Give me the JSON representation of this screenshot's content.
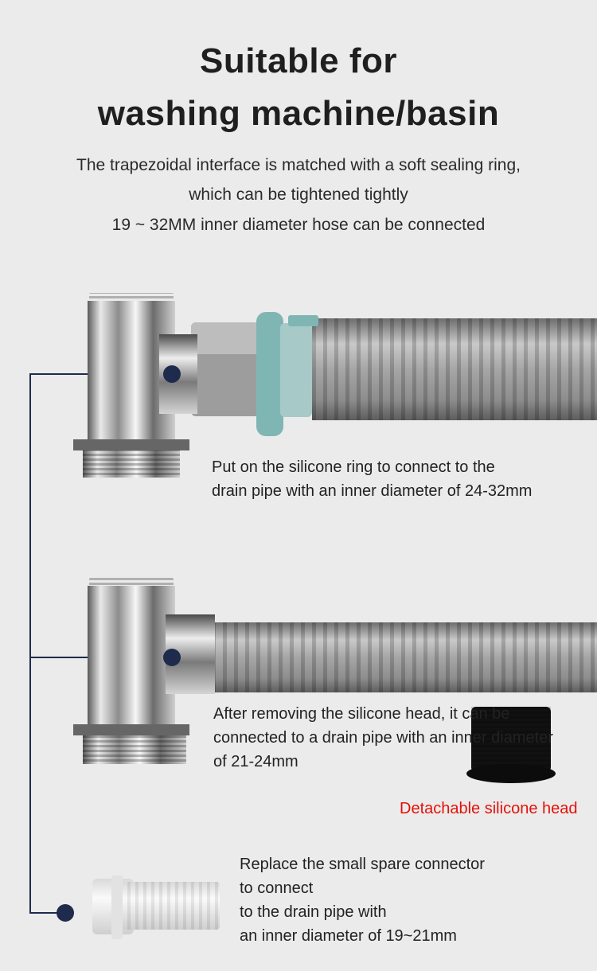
{
  "header": {
    "title_line1": "Suitable for",
    "title_line2": "washing machine/basin",
    "subtitle_line1": "The trapezoidal interface is matched with a soft sealing ring,",
    "subtitle_line2": "which can be tightened tightly",
    "subtitle_line3": "19 ~ 32MM inner diameter hose can be connected"
  },
  "notes": {
    "first": {
      "line1": "Put on the silicone ring to connect to the",
      "line2": "drain pipe with an inner diameter of 24-32mm"
    },
    "second": {
      "line1": "After removing the silicone head, it can be",
      "line2": "connected to a drain pipe with an inner diameter",
      "line3": "of 21-24mm"
    },
    "detachable_label": "Detachable silicone head",
    "third": {
      "line1": "Replace the small spare connector",
      "line2": "to connect",
      "line3": "to the drain pipe with",
      "line4": "an inner diameter of 19~21mm"
    }
  },
  "colors": {
    "background": "#ebebeb",
    "connector_line": "#1e2b4d",
    "marker_dot": "#1e2b4d",
    "accent_label": "#e3120b",
    "seal_ring": "#7fb6b4"
  }
}
